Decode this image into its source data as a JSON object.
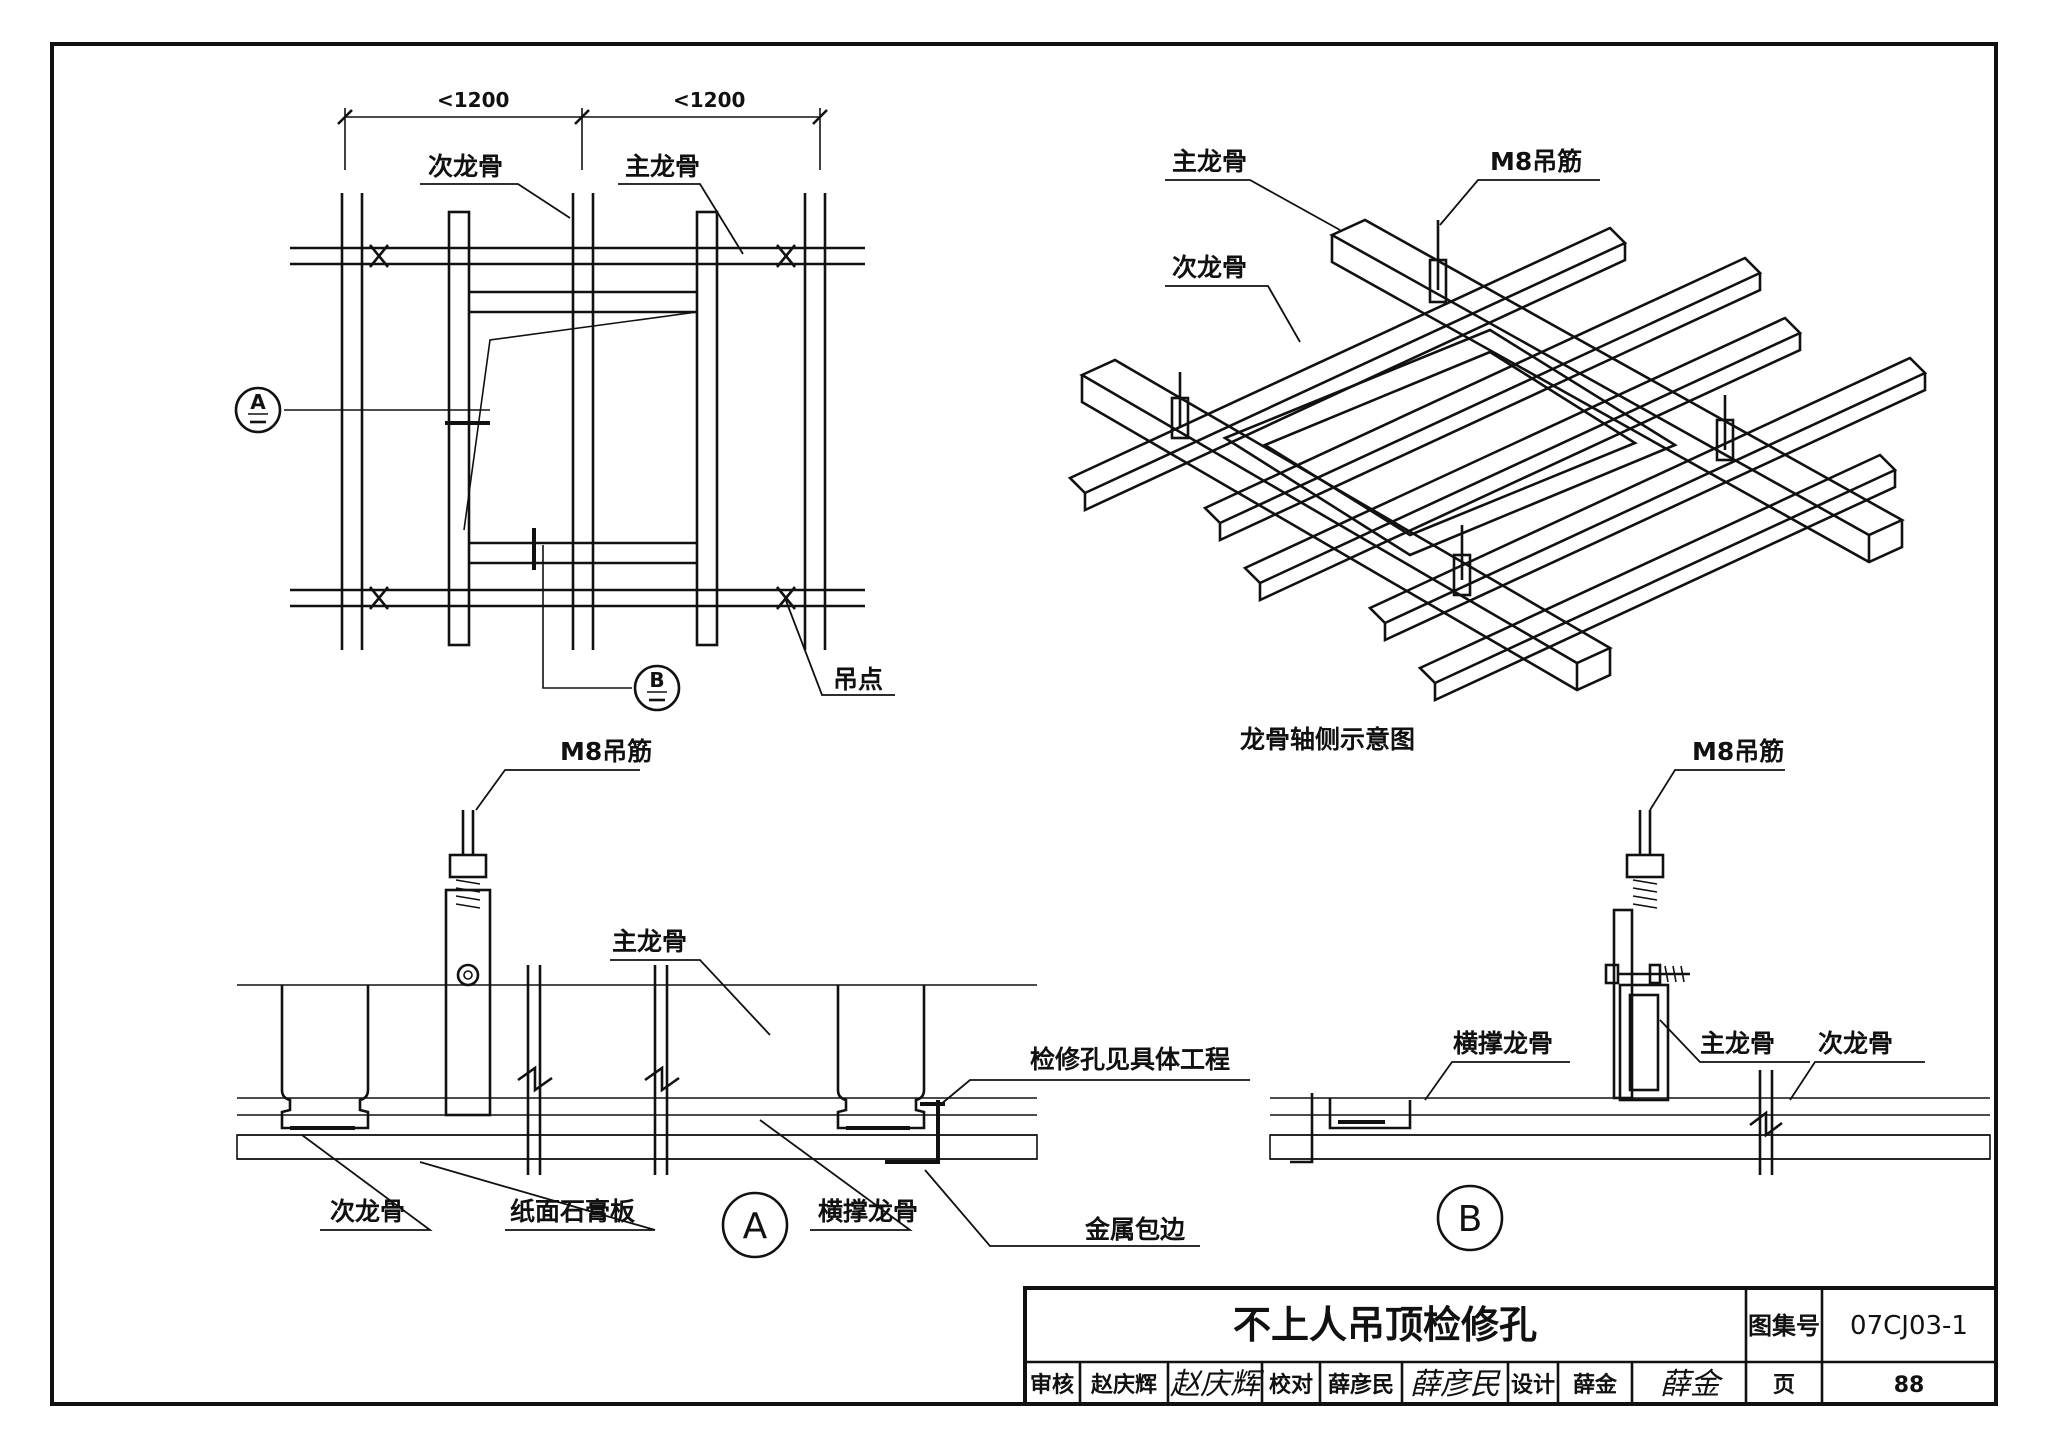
{
  "plan": {
    "dim_left": "<1200",
    "dim_right": "<1200",
    "label_secondary": "次龙骨",
    "label_main": "主龙骨",
    "label_point": "吊点",
    "marker_a": "A",
    "marker_b": "B"
  },
  "axon": {
    "label_main": "主龙骨",
    "label_rod": "M8吊筋",
    "label_secondary": "次龙骨",
    "caption": "龙骨轴侧示意图"
  },
  "section_a": {
    "label_rod": "M8吊筋",
    "label_main": "主龙骨",
    "label_access": "检修孔见具体工程",
    "label_secondary": "次龙骨",
    "label_board": "纸面石膏板",
    "label_cross": "横撑龙骨",
    "label_edge": "金属包边",
    "marker": "A"
  },
  "section_b": {
    "label_rod": "M8吊筋",
    "label_cross": "横撑龙骨",
    "label_main": "主龙骨",
    "label_secondary": "次龙骨",
    "marker": "B"
  },
  "title_block": {
    "title": "不上人吊顶检修孔",
    "atlas_label": "图集号",
    "atlas_no": "07CJ03-1",
    "review_label": "审核",
    "reviewer": "赵庆辉",
    "reviewer_sig": "赵庆辉",
    "check_label": "校对",
    "checker": "薛彦民",
    "checker_sig": "薛彦民",
    "design_label": "设计",
    "designer": "薛金",
    "designer_sig": "薛金",
    "page_label": "页",
    "page_no": "88"
  }
}
